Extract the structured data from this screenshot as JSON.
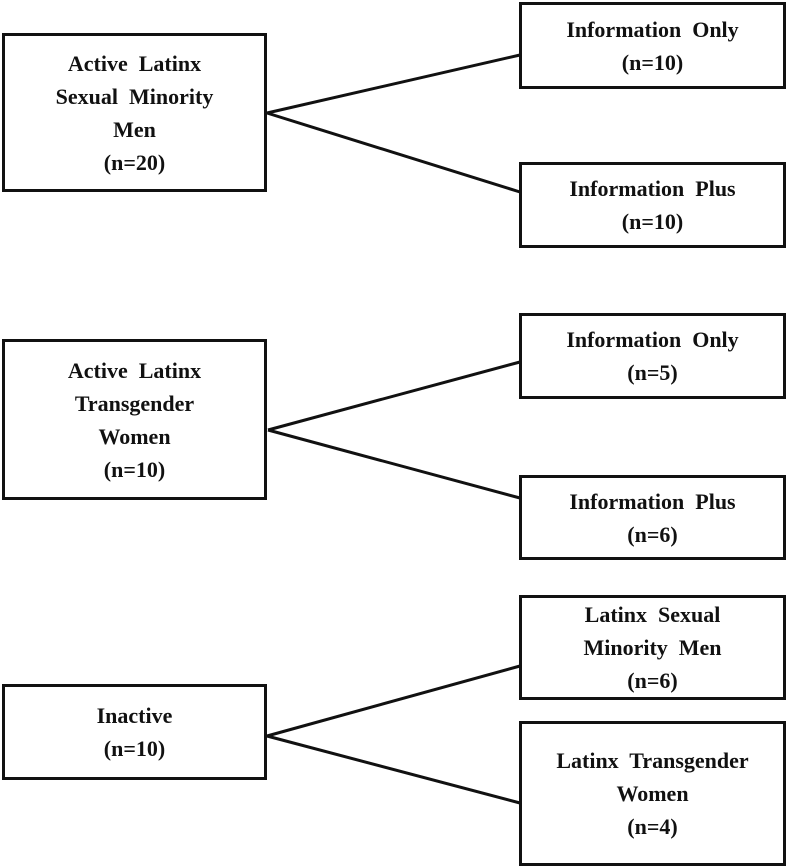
{
  "diagram": {
    "colors": {
      "line": "#111111",
      "text": "#111111",
      "background": "#ffffff"
    },
    "groups": [
      {
        "source": {
          "lines": [
            "Active Latinx",
            "Sexual Minority",
            "Men"
          ],
          "count": "(n=20)"
        },
        "targets": [
          {
            "lines": [
              "Information Only"
            ],
            "count": "(n=10)"
          },
          {
            "lines": [
              "Information Plus"
            ],
            "count": "(n=10)"
          }
        ]
      },
      {
        "source": {
          "lines": [
            "Active Latinx",
            "Transgender",
            "Women"
          ],
          "count": "(n=10)"
        },
        "targets": [
          {
            "lines": [
              "Information Only"
            ],
            "count": "(n=5)"
          },
          {
            "lines": [
              "Information Plus"
            ],
            "count": "(n=6)"
          }
        ]
      },
      {
        "source": {
          "lines": [
            "Inactive"
          ],
          "count": "(n=10)"
        },
        "targets": [
          {
            "lines": [
              "Latinx Sexual",
              "Minority Men"
            ],
            "count": "(n=6)"
          },
          {
            "lines": [
              "Latinx Transgender",
              "Women"
            ],
            "count": "(n=4)"
          }
        ]
      }
    ]
  }
}
